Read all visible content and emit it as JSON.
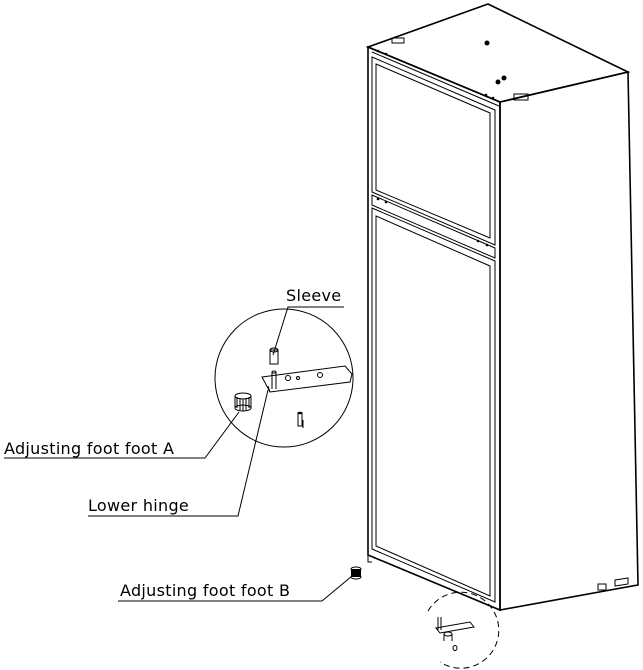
{
  "labels": {
    "sleeve": "Sleeve",
    "foot_a": "Adjusting foot foot A",
    "lower_hinge": "Lower hinge",
    "foot_b": "Adjusting foot foot B"
  }
}
